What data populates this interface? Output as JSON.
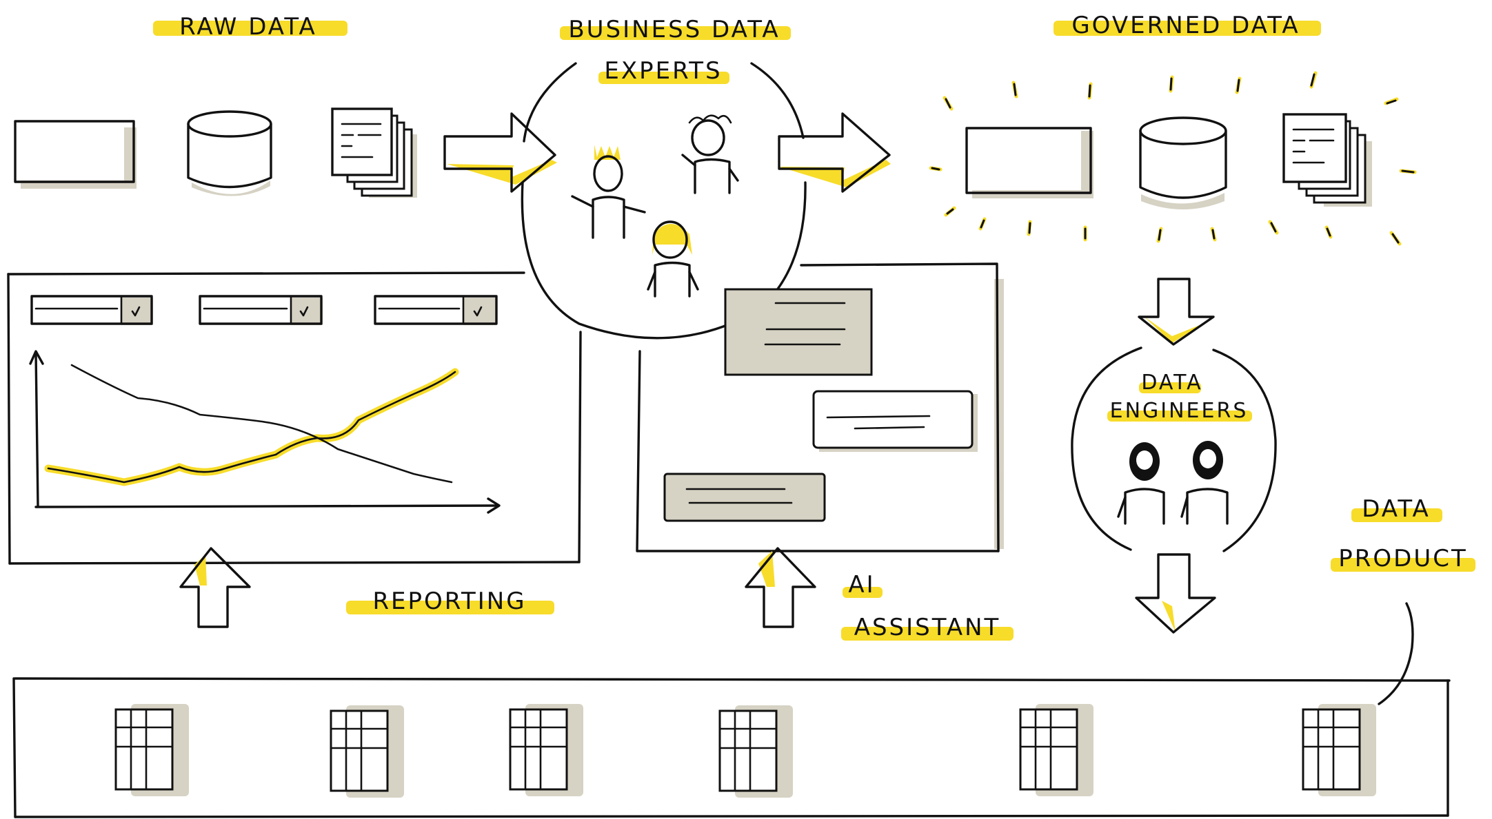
{
  "labels": {
    "raw_data": "RAW DATA",
    "business_data_experts_line1": "BUSINESS DATA",
    "business_data_experts_line2": "EXPERTS",
    "governed_data": "GOVERNED DATA",
    "data_engineers_line1": "DATA",
    "data_engineers_line2": "ENGINEERS",
    "reporting": "REPORTING",
    "ai_assistant_line1": "AI",
    "ai_assistant_line2": "ASSISTANT",
    "data_product_line1": "DATA",
    "data_product_line2": "PRODUCT"
  },
  "colors": {
    "ink": "#111111",
    "highlight": "#f7dc2a",
    "shadow": "#d6d2c4",
    "background": "#ffffff"
  },
  "icons": {
    "raw": [
      "table-icon",
      "database-icon",
      "documents-icon"
    ],
    "governed": [
      "table-icon",
      "database-icon",
      "documents-icon"
    ],
    "data_product_tables": 6,
    "dropdown_filters": 3,
    "chat_bubbles": 3
  }
}
